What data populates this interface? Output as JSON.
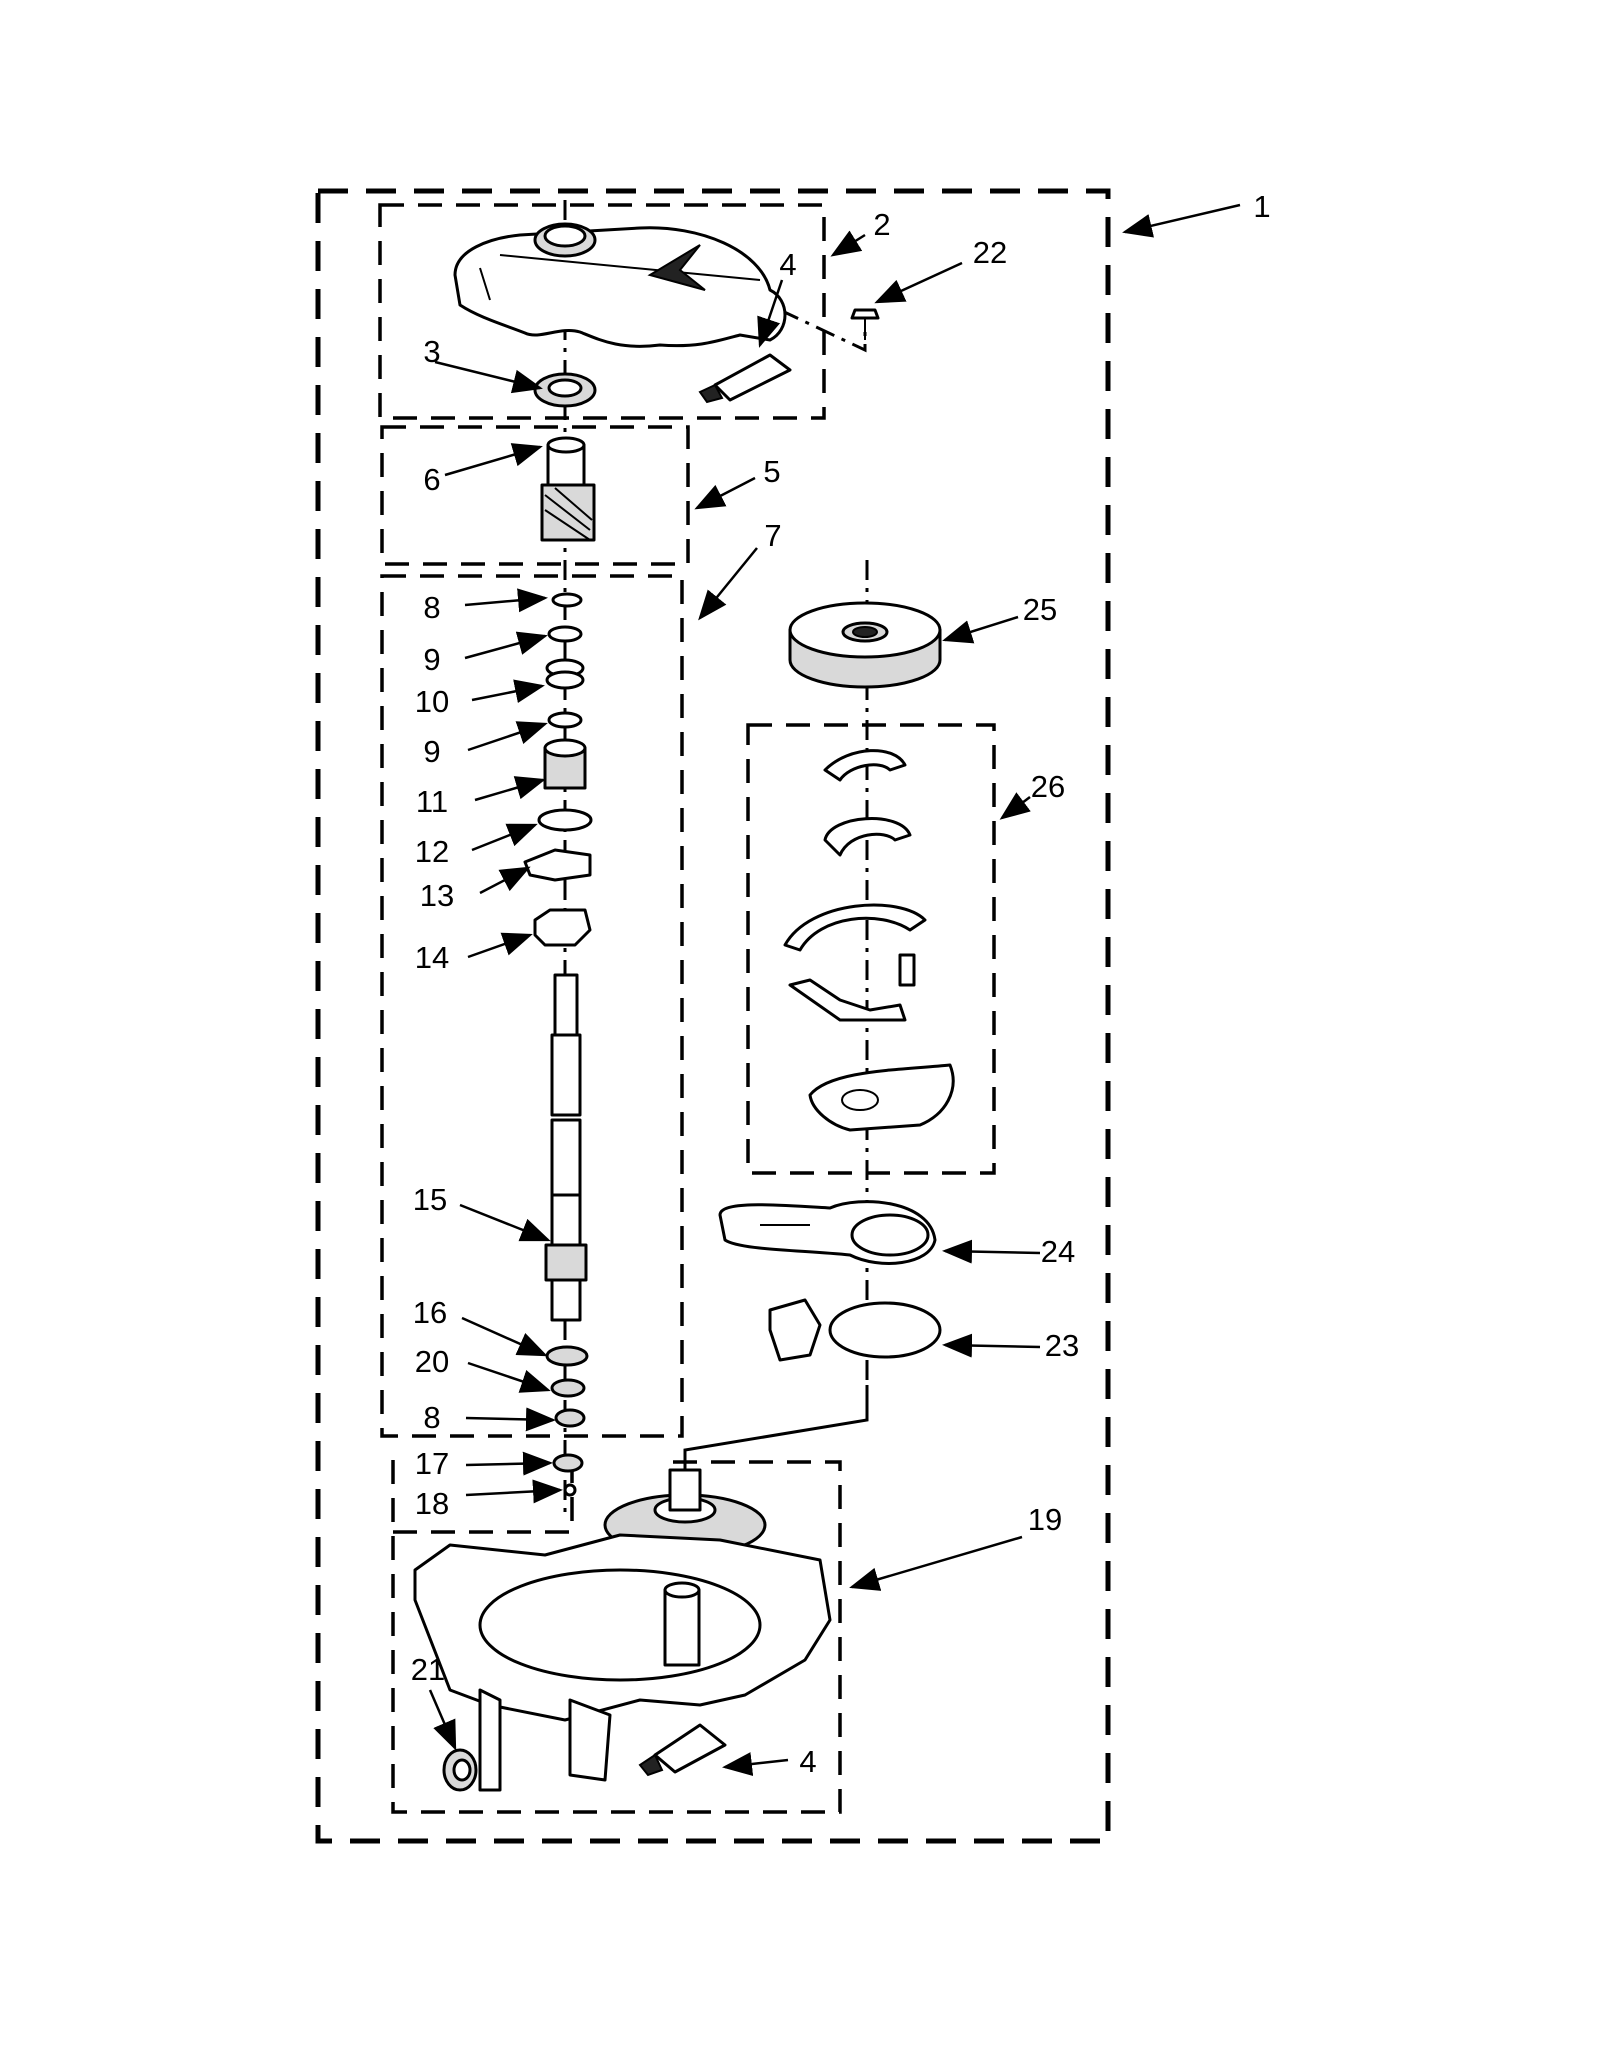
{
  "callouts": [
    {
      "id": "c1",
      "text": "1"
    },
    {
      "id": "c2",
      "text": "2"
    },
    {
      "id": "c3",
      "text": "3"
    },
    {
      "id": "c4a",
      "text": "4"
    },
    {
      "id": "c22",
      "text": "22"
    },
    {
      "id": "c5",
      "text": "5"
    },
    {
      "id": "c6",
      "text": "6"
    },
    {
      "id": "c7",
      "text": "7"
    },
    {
      "id": "c8a",
      "text": "8"
    },
    {
      "id": "c9a",
      "text": "9"
    },
    {
      "id": "c10",
      "text": "10"
    },
    {
      "id": "c9b",
      "text": "9"
    },
    {
      "id": "c11",
      "text": "11"
    },
    {
      "id": "c12",
      "text": "12"
    },
    {
      "id": "c13",
      "text": "13"
    },
    {
      "id": "c14",
      "text": "14"
    },
    {
      "id": "c15",
      "text": "15"
    },
    {
      "id": "c16",
      "text": "16"
    },
    {
      "id": "c20",
      "text": "20"
    },
    {
      "id": "c8b",
      "text": "8"
    },
    {
      "id": "c17",
      "text": "17"
    },
    {
      "id": "c18",
      "text": "18"
    },
    {
      "id": "c19",
      "text": "19"
    },
    {
      "id": "c21",
      "text": "21"
    },
    {
      "id": "c4b",
      "text": "4"
    },
    {
      "id": "c25",
      "text": "25"
    },
    {
      "id": "c26",
      "text": "26"
    },
    {
      "id": "c24",
      "text": "24"
    },
    {
      "id": "c23",
      "text": "23"
    }
  ]
}
